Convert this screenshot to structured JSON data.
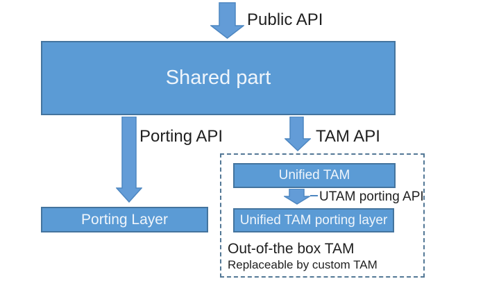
{
  "diagram": {
    "boxes": {
      "shared_part": "Shared part",
      "porting_layer": "Porting Layer",
      "unified_tam": "Unified TAM",
      "unified_tam_porting_layer": "Unified TAM porting layer"
    },
    "labels": {
      "public_api": "Public API",
      "porting_api": "Porting API",
      "tam_api": "TAM API",
      "utam_porting_api": "UTAM porting API",
      "out_of_the_box": "Out-of-the box TAM",
      "replaceable": "Replaceable by custom TAM"
    },
    "icons": {
      "public_api_arrow": "down-arrow",
      "porting_api_arrow": "down-arrow",
      "tam_api_arrow": "down-arrow",
      "utam_porting_arrow": "down-arrow"
    },
    "colors": {
      "box_fill": "#5B9BD5",
      "box_border": "#44749E",
      "box_text": "#EFF5FB",
      "arrow_fill": "#639CD7",
      "arrow_border": "#4D86C0",
      "dashed_border": "#527795",
      "label_text": "#1F1F1F",
      "background": "#FFFFFF"
    }
  }
}
